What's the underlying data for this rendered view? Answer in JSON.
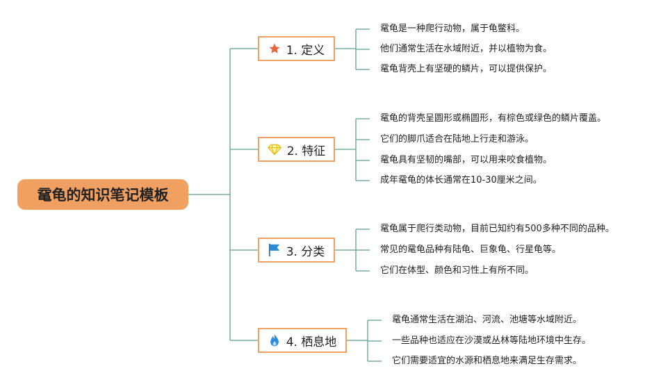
{
  "root": {
    "title": "鼋龟的知识笔记模板"
  },
  "branches": [
    {
      "label": "1. 定义",
      "icon": "star-icon",
      "items": [
        "鼋龟是一种爬行动物，属于龟鳖科。",
        "他们通常生活在水域附近，并以植物为食。",
        "鼋龟背壳上有坚硬的鳞片，可以提供保护。"
      ]
    },
    {
      "label": "2. 特征",
      "icon": "diamond-icon",
      "items": [
        "鼋龟的背壳呈圆形或椭圆形，有棕色或绿色的鳞片覆盖。",
        "它们的脚爪适合在陆地上行走和游泳。",
        "鼋龟具有坚韧的嘴部，可以用来咬食植物。",
        "成年鼋龟的体长通常在10-30厘米之间。"
      ]
    },
    {
      "label": "3. 分类",
      "icon": "flag-icon",
      "items": [
        "鼋龟属于爬行类动物，目前已知约有500多种不同的品种。",
        "常见的鼋龟品种有陆龟、巨象龟、行星龟等。",
        "它们在体型、颜色和习性上有所不同。"
      ]
    },
    {
      "label": "4. 栖息地",
      "icon": "fire-icon",
      "items": [
        "鼋龟通常生活在湖泊、河流、池塘等水域附近。",
        "一些品种也适应在沙漠或丛林等陆地环境中生存。",
        "它们需要适宜的水源和栖息地来满足生存需求。"
      ]
    }
  ],
  "colors": {
    "accent": "#f0a060",
    "connector": "#5f9e8f",
    "text": "#222222"
  }
}
